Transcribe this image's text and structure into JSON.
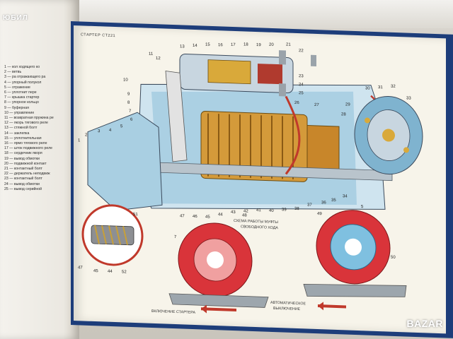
{
  "left_page": {
    "logo": "ЮБИЛ",
    "legend": [
      "1 — кол ходящего ко",
      "2 — ветвь",
      "3 — ра отражающего ра",
      "4 — упорный полукол",
      "5 — отражение",
      "6 — уплотнит пере",
      "7 — крышка стартер",
      "8 — упорное кольцо",
      "9 — буферная",
      "10 — управление",
      "11 — возвратная пружина ре",
      "12 — якорь тягового реле",
      "13 — стяжной болт",
      "14 — заклепка",
      "15 — уплотнительная",
      "16 — ярмо тягового реле",
      "17 — шток подвижного реле",
      "18 — сердечник якоря",
      "19 — вывод обмотки",
      "20 — подвижной контакт",
      "21 — контактный болт",
      "22 — держатель неподвиж",
      "23 — контактный болт",
      "24 — вывод обмотки",
      "25 — вывод серийной"
    ]
  },
  "right_page": {
    "title": "СТАРТЕР СТ221",
    "clutch_title_1": "СХЕМА РАБОТЫ МУФТЫ",
    "clutch_title_2": "СВОБОДНОГО ХОДА",
    "caption_start": "ВКЛЮЧЕНИЕ СТАРТЕРА",
    "caption_auto_1": "АВТОМАТИЧЕСКОЕ",
    "caption_auto_2": "ВЫКЛЮЧЕНИЕ"
  },
  "callouts": {
    "top": [
      "13",
      "14",
      "15",
      "16",
      "17",
      "18",
      "19",
      "20",
      "21",
      "22"
    ],
    "side": [
      "23",
      "24",
      "25",
      "26",
      "27",
      "28",
      "29",
      "30",
      "31",
      "32",
      "33"
    ],
    "left": [
      "1",
      "2",
      "3",
      "4",
      "5",
      "6",
      "7",
      "8",
      "9",
      "10",
      "11",
      "12"
    ],
    "bottom": [
      "47",
      "46",
      "45",
      "44",
      "43",
      "42",
      "41",
      "40",
      "39",
      "38",
      "37",
      "36",
      "35",
      "34"
    ],
    "inset": [
      "47",
      "45",
      "44",
      "52",
      "51"
    ],
    "clutch": [
      "7",
      "48",
      "5",
      "49",
      "50"
    ]
  },
  "watermark": "BAZAR"
}
